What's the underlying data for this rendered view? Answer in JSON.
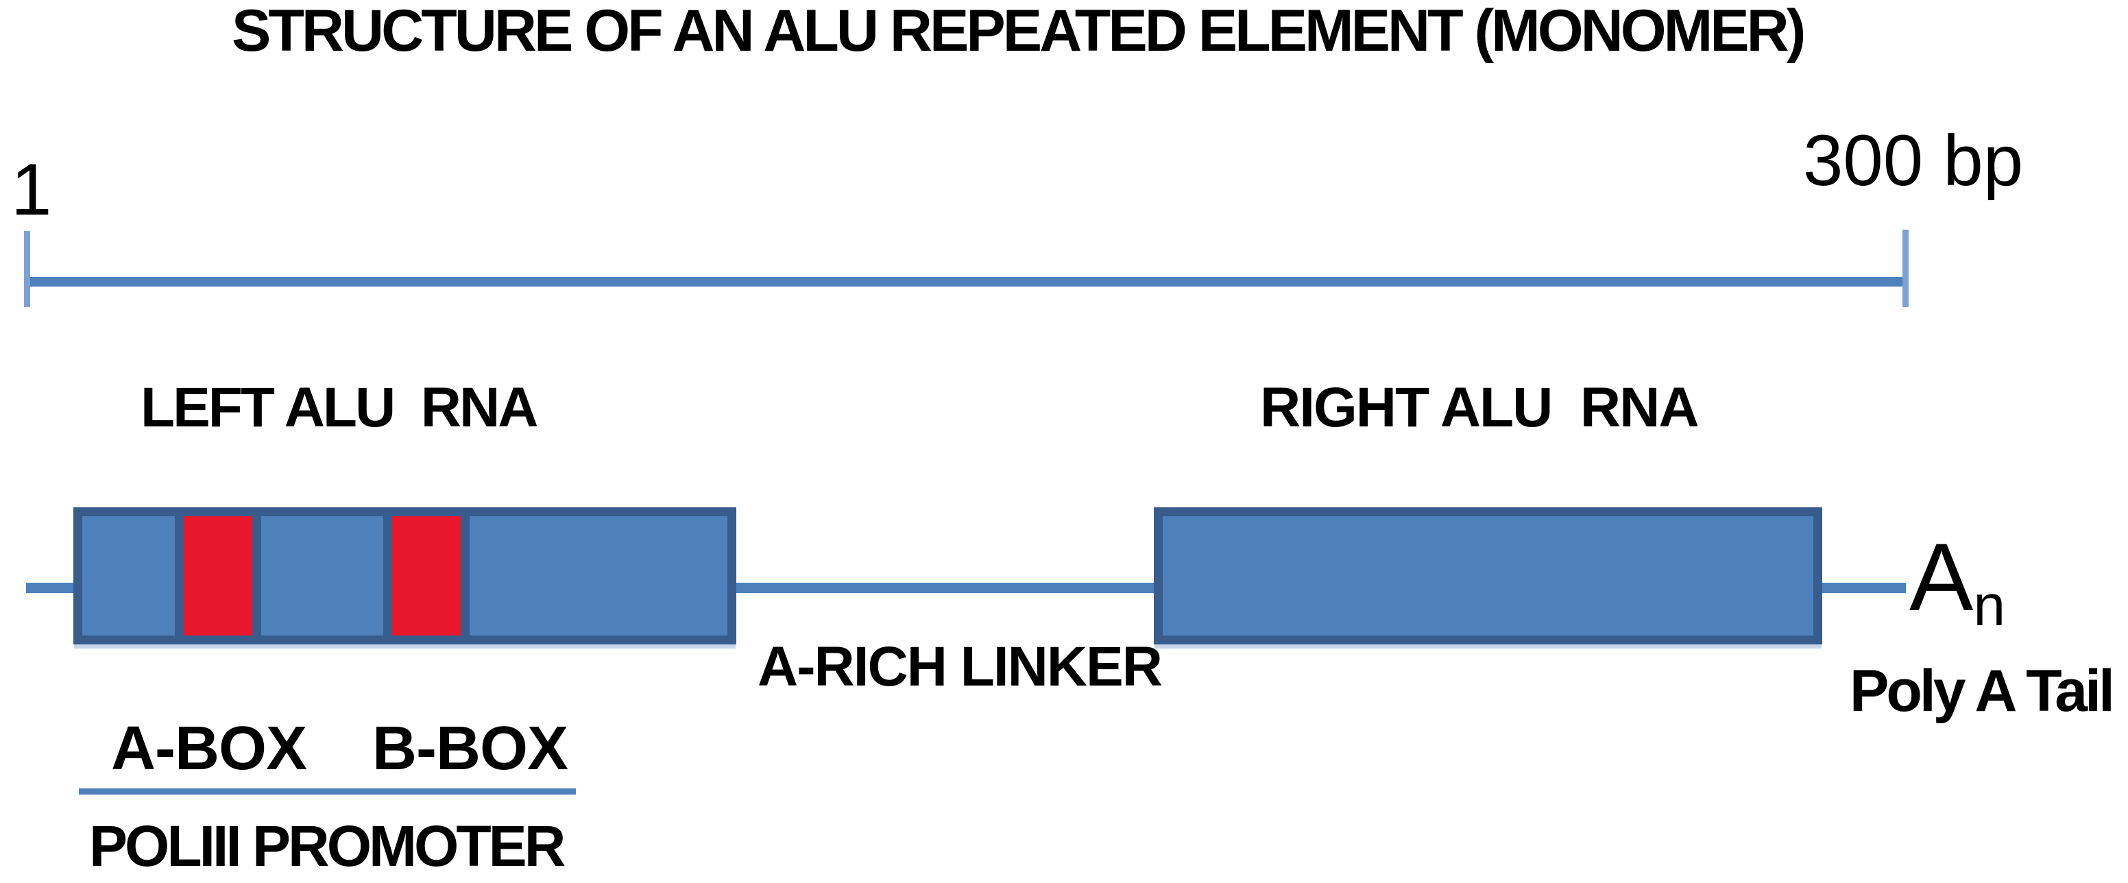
{
  "title": "STRUCTURE OF AN ALU REPEATED ELEMENT (MONOMER)",
  "scale_bar": {
    "start_label": "1",
    "end_label": "300 bp"
  },
  "left_alu": {
    "label": "LEFT ALU  RNA"
  },
  "right_alu": {
    "label": "RIGHT ALU  RNA"
  },
  "linker": {
    "label": "A-RICH LINKER"
  },
  "poly_a": {
    "symbol_base": "A",
    "symbol_subscript": "n",
    "label": "Poly A Tail"
  },
  "promoter": {
    "a_box_label": "A-BOX",
    "b_box_label": "B-BOX",
    "label": "POLIII PROMOTER"
  },
  "colors": {
    "steel_blue": "#4E80BC",
    "dark_blue": "#385C8C",
    "red": "#E8172B",
    "tick_blue": "#7CA2D2",
    "shadow_blue": "#C9D7EC",
    "text_black": "#000000",
    "background": "#FFFFFF"
  }
}
